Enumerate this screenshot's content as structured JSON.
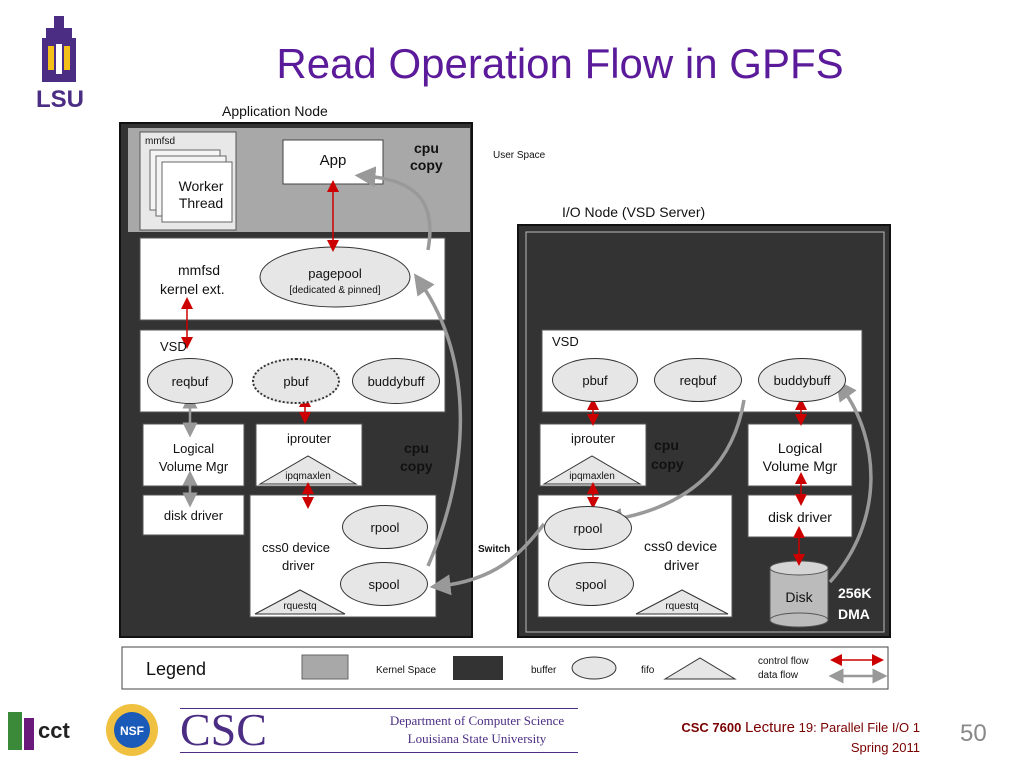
{
  "slide": {
    "title": "Read Operation Flow in GPFS",
    "page_number": "50"
  },
  "logo": {
    "lsu_text": "LSU"
  },
  "diagram": {
    "application_node_label": "Application Node",
    "io_node_label": "I/O Node (VSD Server)",
    "user_space_label": "User Space",
    "switch_label": "Switch",
    "app_node": {
      "mmfsd": "mmfsd",
      "worker_thread_1": "Worker",
      "worker_thread_2": "Thread",
      "app": "App",
      "cpu_copy_top_1": "cpu",
      "cpu_copy_top_2": "copy",
      "kernel_ext_1": "mmfsd",
      "kernel_ext_2": "kernel ext.",
      "pagepool": "pagepool",
      "pagepool_sub": "[dedicated & pinned]",
      "vsd": "VSD",
      "reqbuf": "reqbuf",
      "pbuf": "pbuf",
      "buddybuff": "buddybuff",
      "lvm_1": "Logical",
      "lvm_2": "Volume Mgr",
      "iprouter": "iprouter",
      "ipqmaxlen": "ipqmaxlen",
      "cpu_copy_mid_1": "cpu",
      "cpu_copy_mid_2": "copy",
      "disk_driver": "disk driver",
      "rpool": "rpool",
      "css0_1": "css0 device",
      "css0_2": "driver",
      "spool": "spool",
      "rquestq": "rquestq"
    },
    "io_node": {
      "vsd": "VSD",
      "pbuf": "pbuf",
      "reqbuf": "reqbuf",
      "buddybuff": "buddybuff",
      "iprouter": "iprouter",
      "ipqmaxlen": "ipqmaxlen",
      "cpu_copy_1": "cpu",
      "cpu_copy_2": "copy",
      "lvm_1": "Logical",
      "lvm_2": "Volume Mgr",
      "rpool": "rpool",
      "css0_1": "css0 device",
      "css0_2": "driver",
      "spool": "spool",
      "rquestq": "rquestq",
      "disk_driver": "disk driver",
      "disk": "Disk",
      "dma_1": "256K",
      "dma_2": "DMA"
    },
    "legend": {
      "title": "Legend",
      "kernel_space": "Kernel Space",
      "buffer": "buffer",
      "fifo": "fifo",
      "control_flow": "control flow",
      "data_flow": "data flow"
    }
  },
  "footer": {
    "dept_1": "Department of Computer Science",
    "dept_2": "Louisiana State University",
    "csc_logo": "CSC",
    "course_code": "CSC 7600",
    "lecture_word": "Lecture",
    "lecture_rest": "19: Parallel File I/O 1",
    "term": "Spring 2011"
  },
  "colors": {
    "title": "#5a1a9a",
    "kernel_space": "#333333",
    "user_space": "#a8a8a8",
    "control_flow": "#cc0000",
    "data_flow": "#999999",
    "footer_text": "#7a0000"
  }
}
